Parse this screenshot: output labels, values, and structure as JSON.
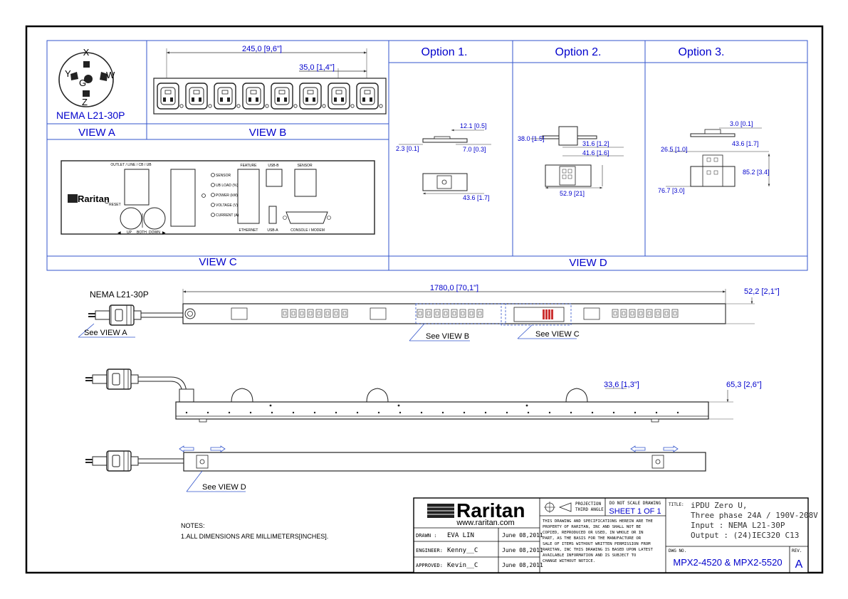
{
  "view_a": {
    "caption": "VIEW A",
    "plug_name": "NEMA L21-30P",
    "pins": {
      "x": "X",
      "y": "Y",
      "w": "W",
      "z": "Z",
      "g": "G"
    }
  },
  "view_b": {
    "caption": "VIEW B",
    "dim_overall": "245,0 [9,6\"]",
    "dim_pitch": "35,0 [1,4\"]",
    "outlet_count": 8
  },
  "view_c": {
    "caption": "VIEW C",
    "brand": "Raritan",
    "reset_label": "RESET",
    "outlet_header": "OUTLET / LINE / CB / UB",
    "nav": {
      "up": "UP",
      "both": "BOTH",
      "down": "DOWN"
    },
    "indicators": [
      "SENSOR",
      "UB LOAD (%)",
      "POWER (kW)",
      "VOLTAGE (V)",
      "CURRENT (A)"
    ],
    "ports": {
      "feature": "FEATURE",
      "ethernet": "ETHERNET",
      "usb_b": "USB-B",
      "usb_a": "USB-A",
      "sensor": "SENSOR",
      "console": "CONSOLE / MODEM"
    }
  },
  "view_d": {
    "caption": "VIEW D",
    "option1": {
      "title": "Option 1.",
      "dims": [
        "12.1 [0.5]",
        "2.3 [0.1]",
        "7.0 [0.3]",
        "43.6 [1.7]"
      ]
    },
    "option2": {
      "title": "Option  2.",
      "dims": [
        "38.0 [1.5]",
        "31.6 [1.2]",
        "41.6 [1.6]",
        "52.9 [21]"
      ]
    },
    "option3": {
      "title": "Option 3.",
      "dims": [
        "3.0 [0.1]",
        "26.5 [1.0]",
        "43.6 [1.7]",
        "85.2 [3.4]",
        "76.7 [3.0]"
      ]
    }
  },
  "main": {
    "plug_label": "NEMA L21-30P",
    "dim_length": "1780,0 [70,1\"]",
    "dim_width": "52,2 [2,1\"]",
    "dim_side1": "33,6 [1,3\"]",
    "dim_side2": "65,3 [2,6\"]",
    "callouts": [
      "See VIEW A",
      "See VIEW B",
      "See VIEW C",
      "See VIEW D"
    ]
  },
  "notes": {
    "title": "NOTES:",
    "line1": "1.ALL DIMENSIONS ARE MILLIMETERS[INCHES]."
  },
  "title_block": {
    "company": "Raritan",
    "url": "www.raritan.com",
    "projection": "PROJECTION",
    "third_angle": "THIRD ANGLE",
    "do_not_scale": "DO NOT SCALE DRAWING",
    "sheet": "SHEET 1 OF 1",
    "disclaimer": [
      "THIS DRAWING AND SPECIFICATIONS HEREIN ARE THE",
      "PROPERTY OF RARITAN, INC AND SHALL NOT BE",
      "COPIED, REPRODUCED OR USED, IN WHOLE OR IN",
      "PART, AS THE BASIS FOR THE MANUFACTURE OR",
      "SALE OF ITEMS WITHOUT WRITTEN PERMISSION FROM",
      "RARITAN, INC THIS DRAWING IS BASED UPON LATEST",
      "AVAILABLE INFORMATION AND IS SUBJECT TO",
      "CHANGE WITHOUT NOTICE."
    ],
    "drawn_label": "DRAWN :",
    "drawn_name": "EVA LIN",
    "drawn_date": "June 08,2011",
    "engineer_label": "ENGINEER:",
    "engineer_name": "Kenny__C",
    "engineer_date": "June 08,2011",
    "approved_label": "APPROVED:",
    "approved_name": "Kevin__C",
    "approved_date": "June 08,2011",
    "title_label": "TITLE:",
    "title_lines": [
      "iPDU Zero U,",
      "Three phase 24A / 190V-208V",
      "Input : NEMA L21-30P",
      "Output : (24)IEC320 C13"
    ],
    "dwg_label": "DWG NO.",
    "dwg_no": "MPX2-4520 & MPX2-5520",
    "rev_label": "REV.",
    "rev": "A",
    "accent": "#0000cc"
  }
}
